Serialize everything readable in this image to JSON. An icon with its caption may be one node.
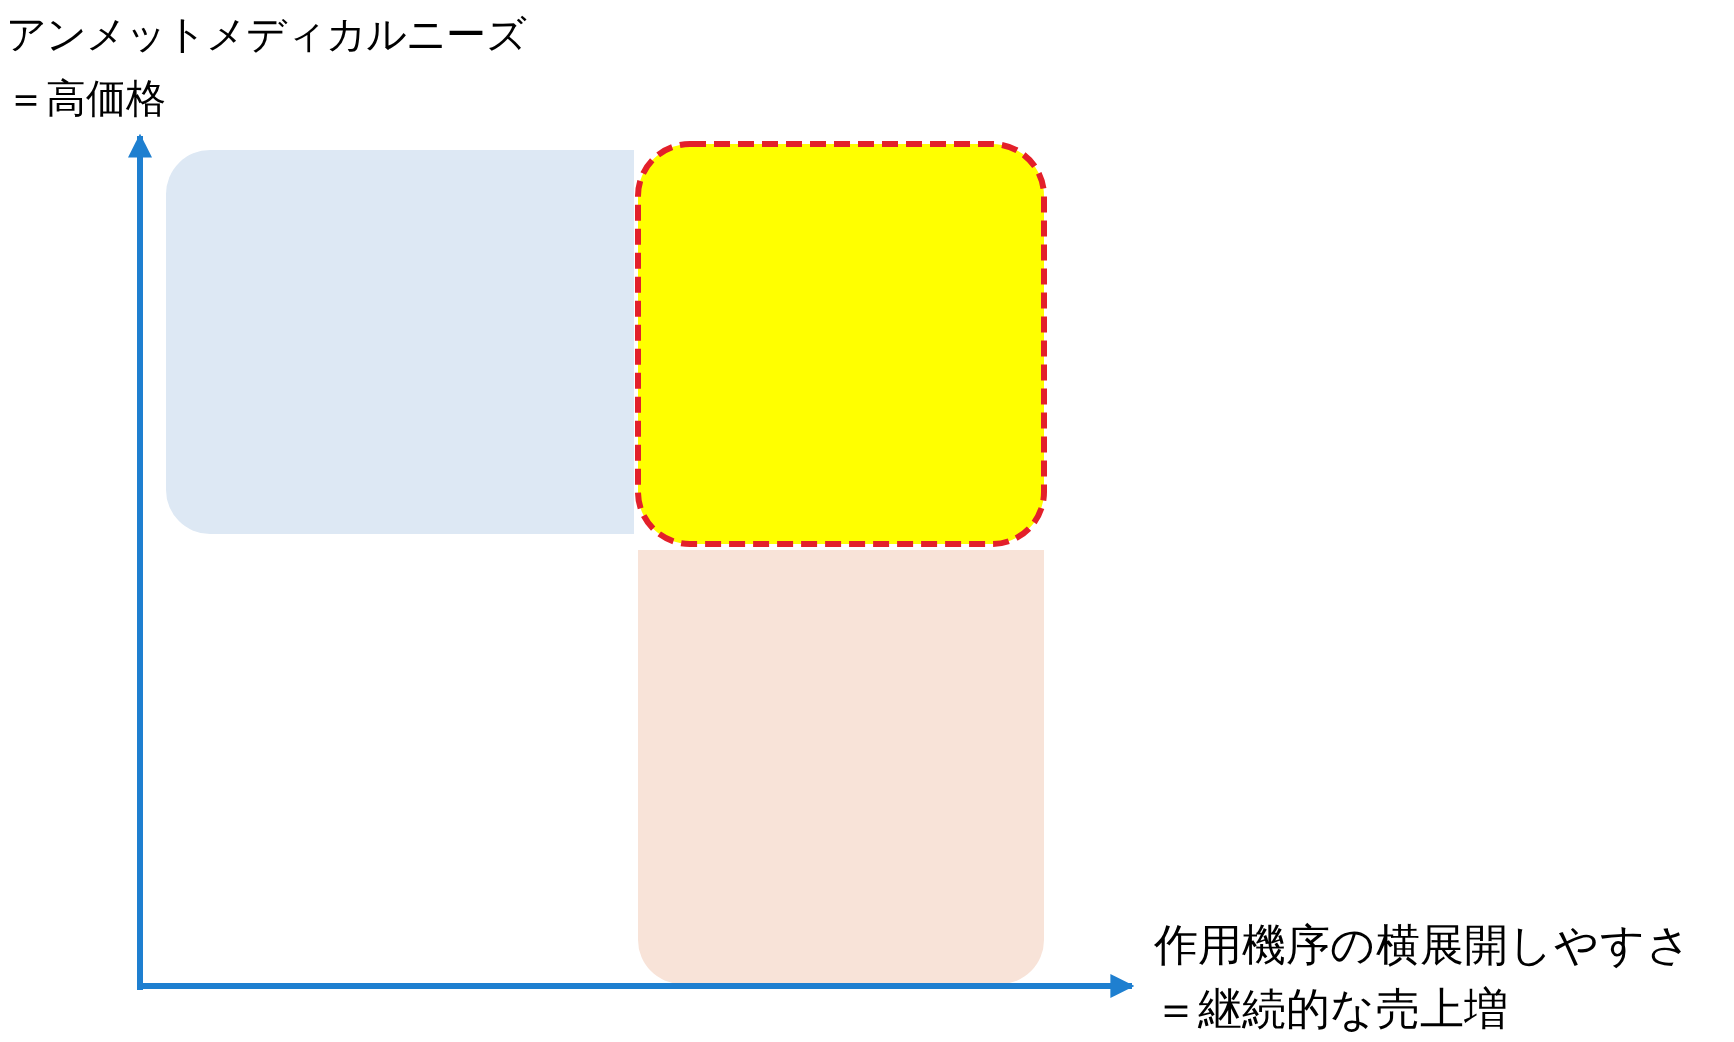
{
  "diagram": {
    "nodes": [
      {
        "text": [],
        "shape": "box"
      },
      {
        "text": [],
        "shape": "box"
      },
      {
        "text": [],
        "shape": "box"
      }
    ],
    "labels": [
      "アンメットメディカルニーズ",
      "＝高価格",
      "作用機序の横展開しやすさ",
      "＝継続的な売上増"
    ]
  }
}
